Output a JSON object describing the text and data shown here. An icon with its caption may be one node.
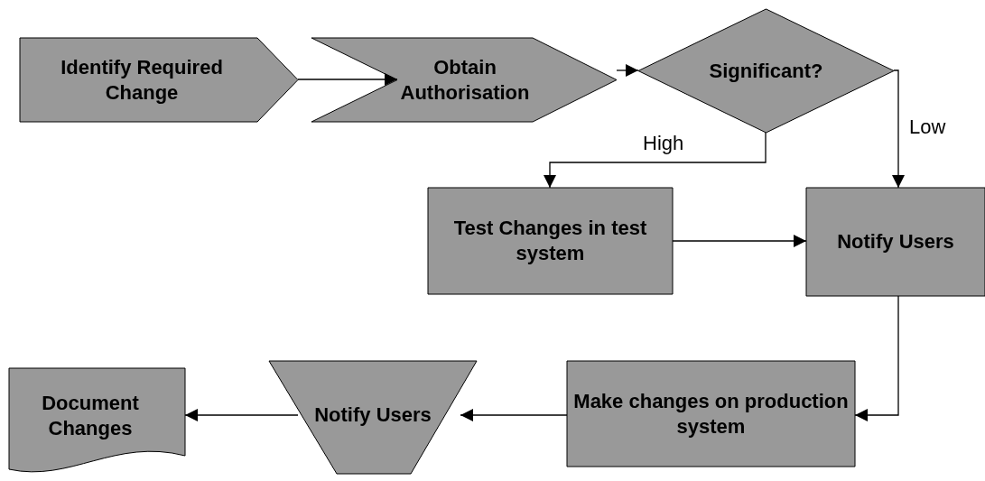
{
  "diagram": {
    "nodes": [
      {
        "text": [
          "Identify Required Change"
        ]
      },
      {
        "text": [
          "Obtain Authorisation"
        ]
      },
      {
        "text": [
          "Significant?"
        ]
      },
      {
        "text": [
          "Test Changes in test system"
        ]
      },
      {
        "text": [
          "Notify Users"
        ]
      },
      {
        "text": [
          "Make changes on production system"
        ]
      },
      {
        "text": [
          "Notify Users"
        ]
      },
      {
        "text": [
          "Document Changes"
        ]
      }
    ],
    "edges": [
      {
        "from": 0,
        "to": 1,
        "arrow": "to"
      },
      {
        "from": 1,
        "to": 2,
        "arrow": "to"
      },
      {
        "from": 2,
        "to": 3,
        "arrow": "to",
        "label": "High"
      },
      {
        "from": 2,
        "to": 4,
        "arrow": "to",
        "label": "Low"
      },
      {
        "from": 3,
        "to": 4,
        "arrow": "to"
      },
      {
        "from": 4,
        "to": 5,
        "arrow": "to"
      },
      {
        "from": 5,
        "to": 6,
        "arrow": "to"
      },
      {
        "from": 6,
        "to": 7,
        "arrow": "to"
      }
    ]
  }
}
